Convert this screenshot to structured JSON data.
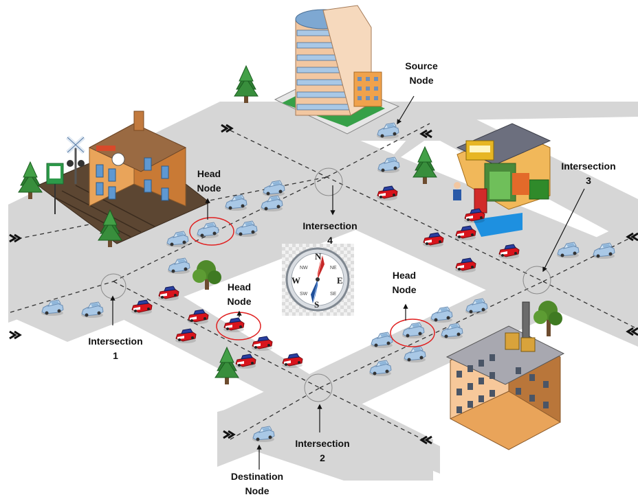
{
  "labels": {
    "source": [
      "Source",
      "Node"
    ],
    "destination": [
      "Destination",
      "Node"
    ],
    "head_left": [
      "Head",
      "Node"
    ],
    "head_center": [
      "Head",
      "Node"
    ],
    "head_right": [
      "Head",
      "Node"
    ],
    "intersection_1": [
      "Intersection",
      "1"
    ],
    "intersection_2": [
      "Intersection",
      "2"
    ],
    "intersection_3": [
      "Intersection",
      "3"
    ],
    "intersection_4": [
      "Intersection",
      "4"
    ]
  },
  "compass": {
    "n": "N",
    "s": "S",
    "e": "E",
    "w": "W",
    "ne": "NE",
    "nw": "NW",
    "se": "SE",
    "sw": "SW"
  },
  "colors": {
    "road": "#d6d6d6",
    "road_dash": "#333333",
    "blue_car": "#a9c8e6",
    "red_car": "#d8141c",
    "circle_head": "#e02020",
    "circle_intersection": "#8a8a8a",
    "tree": "#2e7d32"
  }
}
